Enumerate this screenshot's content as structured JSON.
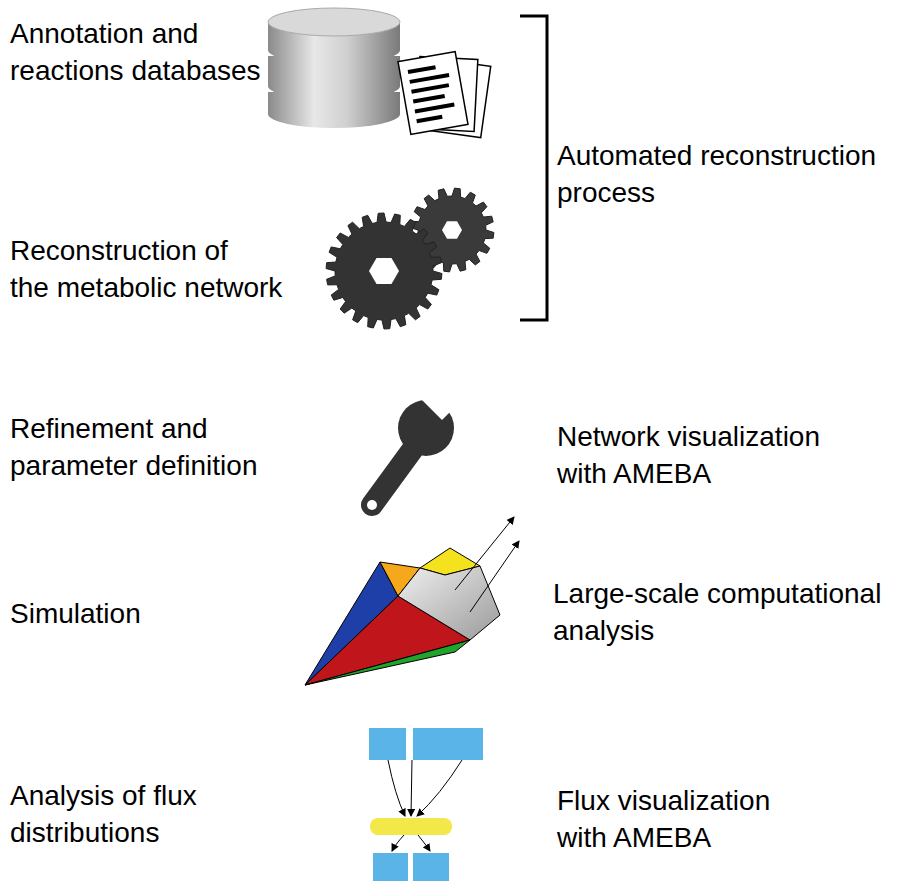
{
  "diagram": {
    "labels": [
      "Annotation and reactions databases",
      "Reconstruction of the metabolic network",
      "Automated reconstruction process",
      "Refinement and parameter definition",
      "Network visualization with AMEBA",
      "Simulation",
      "Large-scale computational analysis",
      "Analysis of flux distributions",
      "Flux visualization with AMEBA"
    ]
  }
}
